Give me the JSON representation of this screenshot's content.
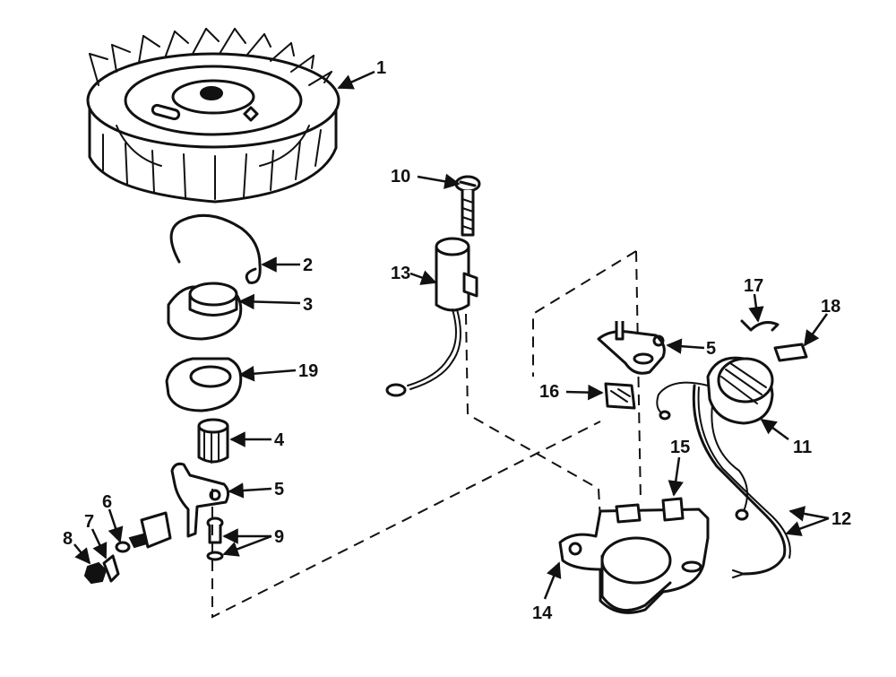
{
  "callouts": {
    "c1": "1",
    "c2": "2",
    "c3": "3",
    "c19": "19",
    "c4": "4",
    "c5a": "5",
    "c6": "6",
    "c7": "7",
    "c8": "8",
    "c9": "9",
    "c10": "10",
    "c13": "13",
    "c5b": "5",
    "c16": "16",
    "c17": "17",
    "c18": "18",
    "c11": "11",
    "c12": "12",
    "c15": "15",
    "c14": "14"
  },
  "colors": {
    "ink": "#111111",
    "paper": "#ffffff"
  }
}
